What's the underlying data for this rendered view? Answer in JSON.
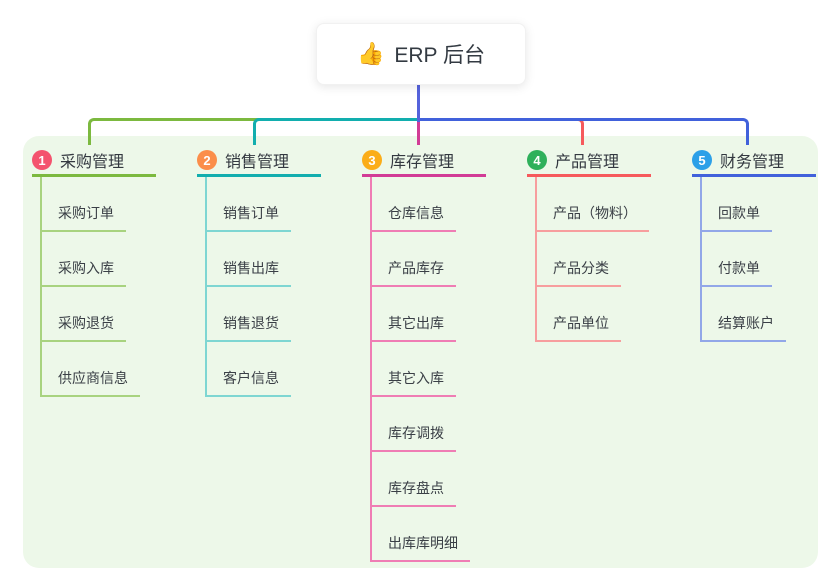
{
  "root": {
    "icon": "👍",
    "label": "ERP 后台"
  },
  "branches": [
    {
      "num": "1",
      "label": "采购管理",
      "color": "#7cb93f",
      "light": "#a8d37f",
      "badge": "#f4536e",
      "children": [
        "采购订单",
        "采购入库",
        "采购退货",
        "供应商信息"
      ]
    },
    {
      "num": "2",
      "label": "销售管理",
      "color": "#12aeae",
      "light": "#7ed6d2",
      "badge": "#fb8e4a",
      "children": [
        "销售订单",
        "销售出库",
        "销售退货",
        "客户信息"
      ]
    },
    {
      "num": "3",
      "label": "库存管理",
      "color": "#d23c96",
      "light": "#ef7db4",
      "badge": "#fbad18",
      "children": [
        "仓库信息",
        "产品库存",
        "其它出库",
        "其它入库",
        "库存调拨",
        "库存盘点",
        "出库库明细"
      ]
    },
    {
      "num": "4",
      "label": "产品管理",
      "color": "#f65a5c",
      "light": "#f79e9e",
      "badge": "#2fb05b",
      "children": [
        "产品（物料）",
        "产品分类",
        "产品单位"
      ]
    },
    {
      "num": "5",
      "label": "财务管理",
      "color": "#4161db",
      "light": "#92a7e8",
      "badge": "#2ca0e8",
      "children": [
        "回款单",
        "付款单",
        "结算账户"
      ]
    }
  ],
  "colors": {
    "panel_background": "#edf8e9",
    "root_line": "#5563dc",
    "text": "#333840"
  }
}
